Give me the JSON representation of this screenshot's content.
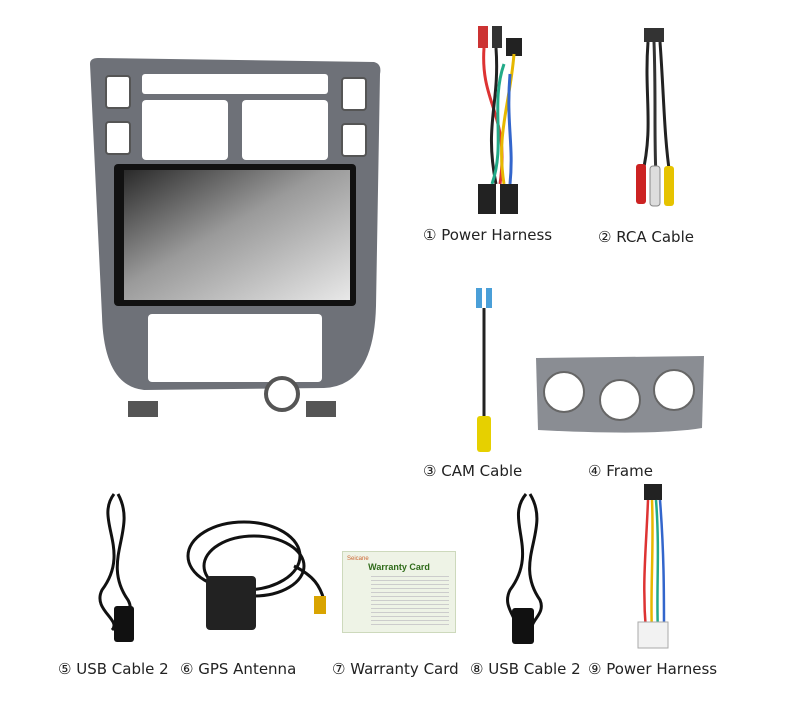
{
  "items": [
    {
      "label": "① Power Harness"
    },
    {
      "label": "② RCA Cable"
    },
    {
      "label": "③ CAM Cable"
    },
    {
      "label": "④ Frame"
    },
    {
      "label": "⑤ USB Cable 2"
    },
    {
      "label": "⑥ GPS Antenna"
    },
    {
      "label": "⑦ Warranty Card"
    },
    {
      "label": "⑧ USB Cable 2"
    },
    {
      "label": "⑨ Power Harness"
    }
  ],
  "warranty_card": {
    "brand": "Seicane",
    "title": "Warranty Card"
  }
}
